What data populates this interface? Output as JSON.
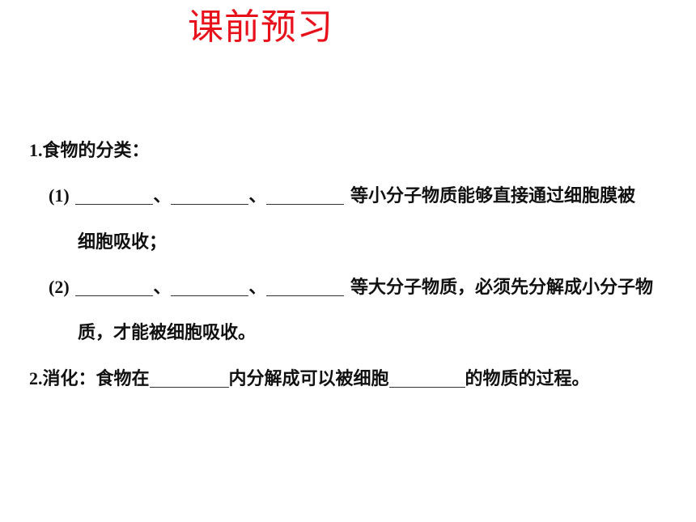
{
  "title": "课前预习",
  "q1": {
    "number": "1.",
    "heading": "食物的分类：",
    "sub1": {
      "label": "(1)",
      "sep1": "、",
      "sep2": "、",
      "text": "等小分子物质能够直接通过细胞膜被",
      "cont": "细胞吸收；"
    },
    "sub2": {
      "label": "(2)",
      "sep1": "、",
      "sep2": "、",
      "text": "等大分子物质，必须先分解成小分子物",
      "cont": "质，才能被细胞吸收。"
    }
  },
  "q2": {
    "number": "2.",
    "pre": "消化：食物在",
    "mid": "内分解成可以被细胞",
    "post": "的物质的过程。"
  }
}
